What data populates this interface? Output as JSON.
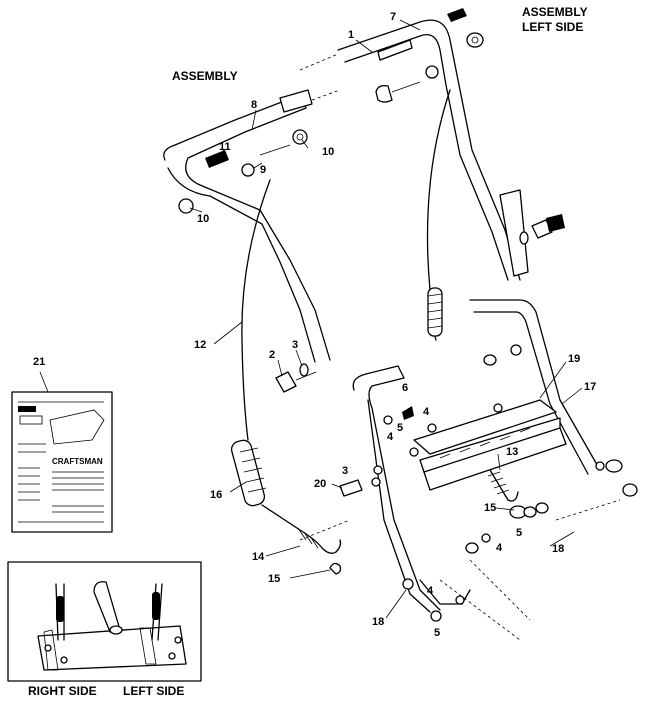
{
  "headings": {
    "assembly_left_side_line1": "ASSEMBLY",
    "assembly_left_side_line2": "LEFT SIDE",
    "assembly": "ASSEMBLY"
  },
  "callouts": {
    "c1": "1",
    "c7": "7",
    "c8": "8",
    "c11": "11",
    "c10a": "10",
    "c9": "9",
    "c10b": "10",
    "c12": "12",
    "c2": "2",
    "c3a": "3",
    "c19": "19",
    "c17": "17",
    "c6": "6",
    "c4a": "4",
    "c5a": "5",
    "c4b": "4",
    "c13": "13",
    "c21": "21",
    "c20": "20",
    "c3b": "3",
    "c16": "16",
    "c15a": "15",
    "c5b": "5",
    "c4c": "4",
    "c18a": "18",
    "c14": "14",
    "c15b": "15",
    "c4d": "4",
    "c18b": "18",
    "c5c": "5"
  },
  "manual": {
    "brand": "CRAFTSMAN"
  },
  "captions": {
    "right_side": "RIGHT SIDE",
    "left_side": "LEFT SIDE"
  }
}
